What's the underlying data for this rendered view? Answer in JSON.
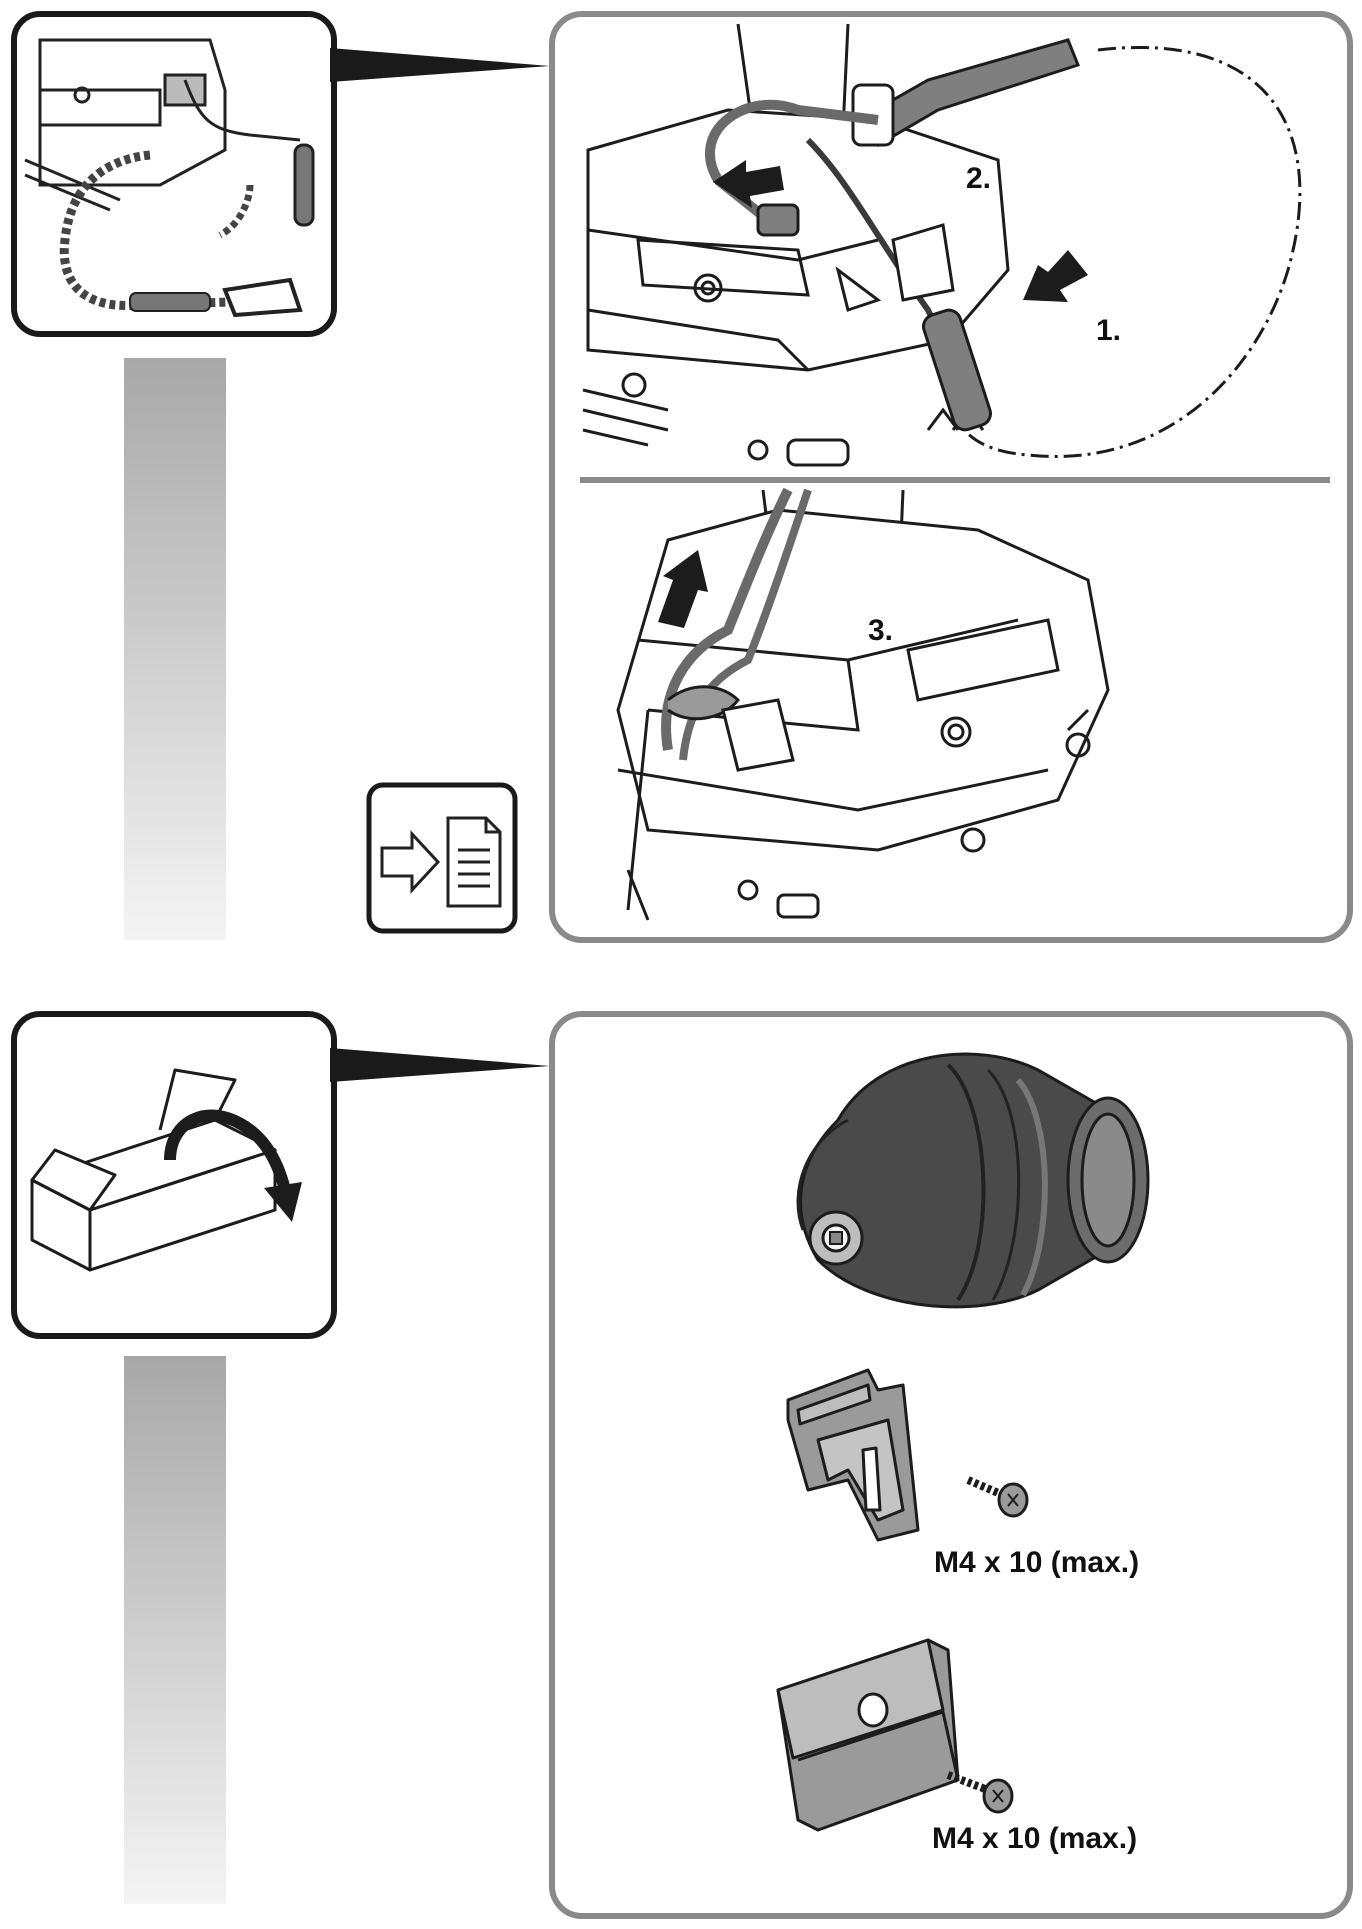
{
  "colors": {
    "frame": "#8a8a8a",
    "dark_frame": "#1a1a1a",
    "ink": "#1c1c1c",
    "gray_fill": "#7f7f7f",
    "bar_top": "#a8a8a8",
    "bar_bottom": "#f4f4f4"
  },
  "section_lanyard": {
    "steps": [
      "1.",
      "2.",
      "3."
    ]
  },
  "section_accessories": {
    "screw_labels": [
      "M4 x 10 (max.)",
      "M4 x 10 (max.)"
    ]
  },
  "icons": {
    "see_document": "arrow-to-document-icon",
    "unpack": "open-box-icon"
  }
}
